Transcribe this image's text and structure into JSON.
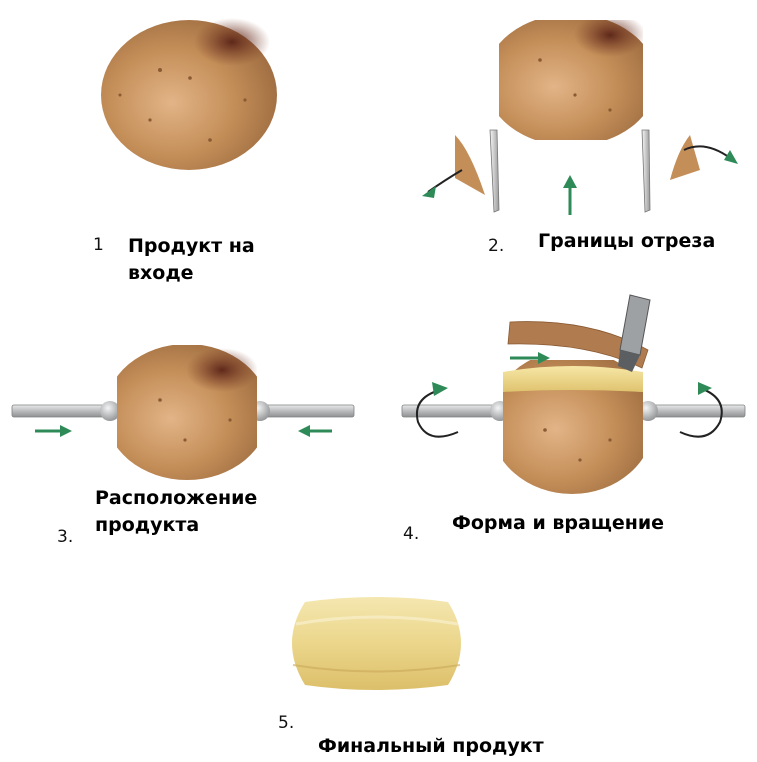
{
  "steps": [
    {
      "number": "1",
      "caption_line1": "Продукт на",
      "caption_line2": "входе"
    },
    {
      "number": "2.",
      "caption": "Границы отреза"
    },
    {
      "number": "3.",
      "caption_line1": "Расположение",
      "caption_line2": "продукта"
    },
    {
      "number": "4.",
      "caption": "Форма и вращение"
    },
    {
      "number": "5.",
      "caption": "Финальный продукт"
    }
  ],
  "colors": {
    "potato_skin": "#c08a55",
    "potato_dark": "#6b2f1f",
    "cut_surface": "#efd98c",
    "arrow_green": "#2e8b57",
    "shaft_grey": "#bfc1c3"
  }
}
